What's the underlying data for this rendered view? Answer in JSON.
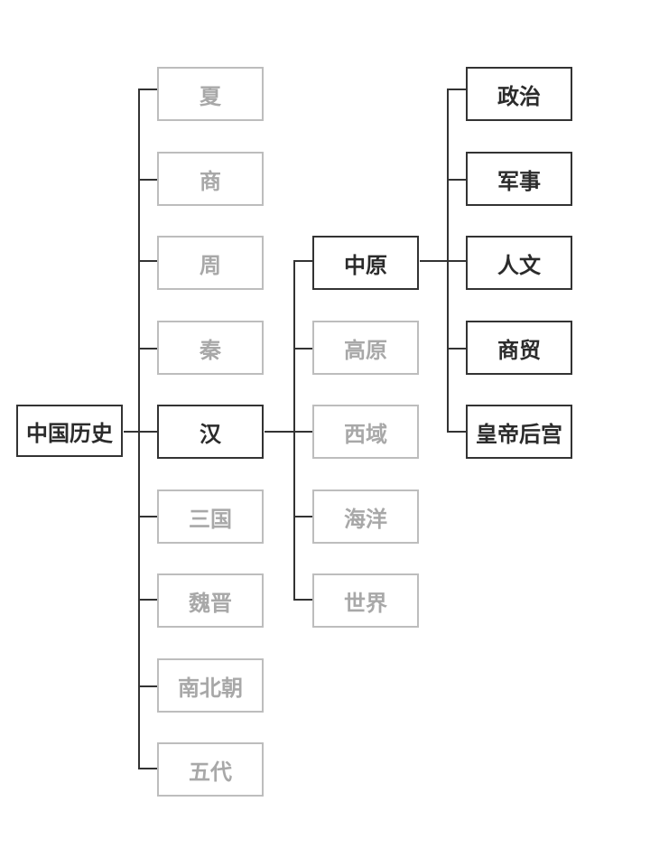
{
  "colors": {
    "active_border": "#333333",
    "active_text": "#2b2b2b",
    "inactive_border": "#bdbdbd",
    "inactive_text": "#a8a8a8",
    "connector": "#333333"
  },
  "tree": {
    "root": {
      "label": "中国历史",
      "active": true
    },
    "dynasties": [
      {
        "label": "夏",
        "active": false
      },
      {
        "label": "商",
        "active": false
      },
      {
        "label": "周",
        "active": false
      },
      {
        "label": "秦",
        "active": false
      },
      {
        "label": "汉",
        "active": true
      },
      {
        "label": "三国",
        "active": false
      },
      {
        "label": "魏晋",
        "active": false
      },
      {
        "label": "南北朝",
        "active": false
      },
      {
        "label": "五代",
        "active": false
      }
    ],
    "regions": [
      {
        "label": "中原",
        "active": true
      },
      {
        "label": "高原",
        "active": false
      },
      {
        "label": "西域",
        "active": false
      },
      {
        "label": "海洋",
        "active": false
      },
      {
        "label": "世界",
        "active": false
      }
    ],
    "topics": [
      {
        "label": "政治",
        "active": true
      },
      {
        "label": "军事",
        "active": true
      },
      {
        "label": "人文",
        "active": true
      },
      {
        "label": "商贸",
        "active": true
      },
      {
        "label": "皇帝后宫",
        "active": true
      }
    ]
  }
}
